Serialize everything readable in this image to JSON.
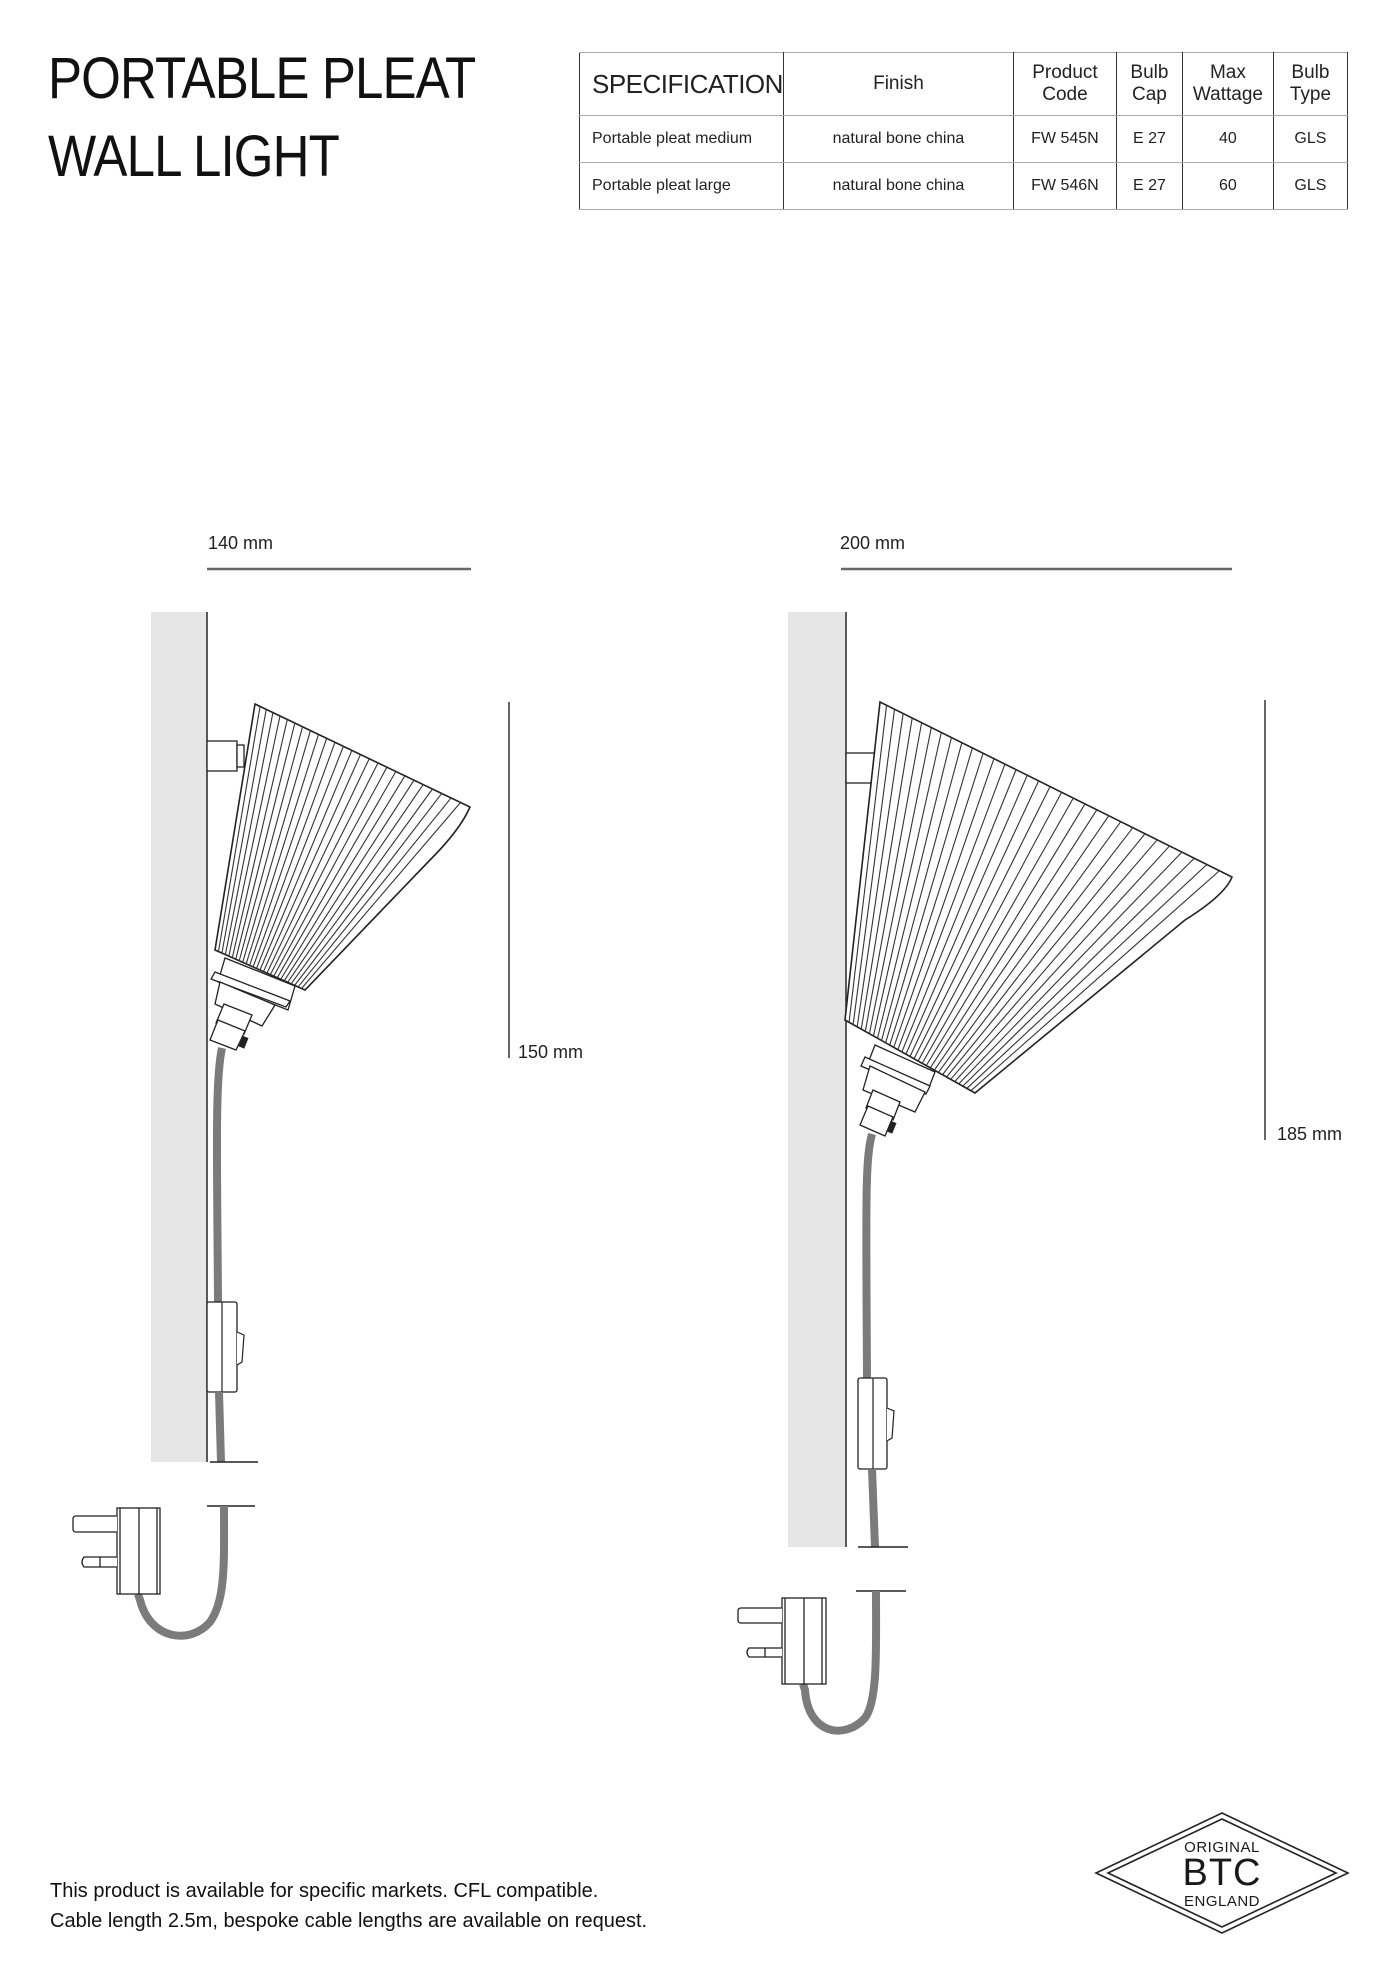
{
  "header": {
    "title_line1": "PORTABLE PLEAT",
    "title_line2": "WALL LIGHT"
  },
  "spec_table": {
    "columns": [
      "SPECIFICATION",
      "Finish",
      "Product Code",
      "Bulb Cap",
      "Max Wattage",
      "Bulb Type"
    ],
    "column_lines": [
      [
        "SPECIFICATION"
      ],
      [
        "Finish"
      ],
      [
        "Product",
        "Code"
      ],
      [
        "Bulb",
        "Cap"
      ],
      [
        "Max",
        "Wattage"
      ],
      [
        "Bulb",
        "Type"
      ]
    ],
    "rows": [
      [
        "Portable pleat medium",
        "natural bone china",
        "FW 545N",
        "E 27",
        "40",
        "GLS"
      ],
      [
        "Portable pleat large",
        "natural bone china",
        "FW 546N",
        "E 27",
        "60",
        "GLS"
      ]
    ]
  },
  "drawings": {
    "medium": {
      "width_label": "140 mm",
      "height_label": "150 mm"
    },
    "large": {
      "width_label": "200 mm",
      "height_label": "185 mm"
    }
  },
  "footer": {
    "line1": "This product is available for specific markets. CFL compatible.",
    "line2": "Cable length 2.5m, bespoke cable lengths are available on request."
  },
  "logo": {
    "top": "ORIGINAL",
    "main": "BTC",
    "bottom": "ENGLAND"
  },
  "colors": {
    "wall": "#e6e6e6",
    "cable": "#7b7b7b",
    "line": "#222222"
  }
}
